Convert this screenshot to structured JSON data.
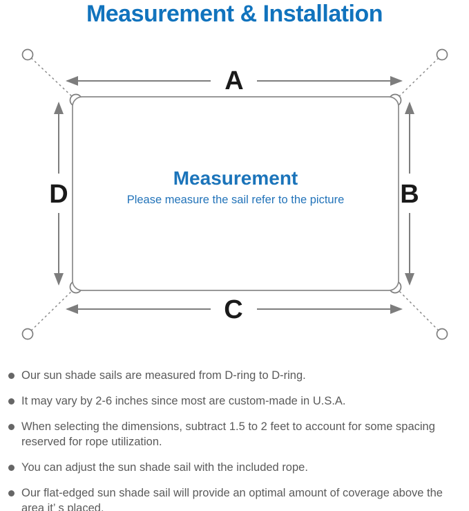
{
  "title": "Measurement & Installation",
  "diagram": {
    "dim_top_label": "A",
    "dim_right_label": "B",
    "dim_bottom_label": "C",
    "dim_left_label": "D",
    "center_heading": "Measurement",
    "center_subtitle": "Please measure the sail refer to the picture"
  },
  "notes": {
    "items": [
      {
        "text": "Our sun shade sails are measured from D-ring to D-ring."
      },
      {
        "text": "It may vary by 2-6 inches since most are custom-made in U.S.A."
      },
      {
        "text": "When selecting the dimensions, subtract 1.5 to 2 feet to account for some spacing reserved for rope utilization."
      },
      {
        "text": "You can adjust the sun shade sail with the included rope."
      },
      {
        "text": "Our flat-edged sun shade sail will provide an optimal amount of coverage above the area it’ s placed."
      }
    ]
  },
  "colors": {
    "accent_blue": "#1173bd",
    "diagram_line_gray": "#7d7d7d",
    "sail_outline_gray": "#8a8a8a",
    "dimension_label_black": "#1a1a1a",
    "note_text_gray": "#5a5a5a",
    "background": "#ffffff"
  }
}
